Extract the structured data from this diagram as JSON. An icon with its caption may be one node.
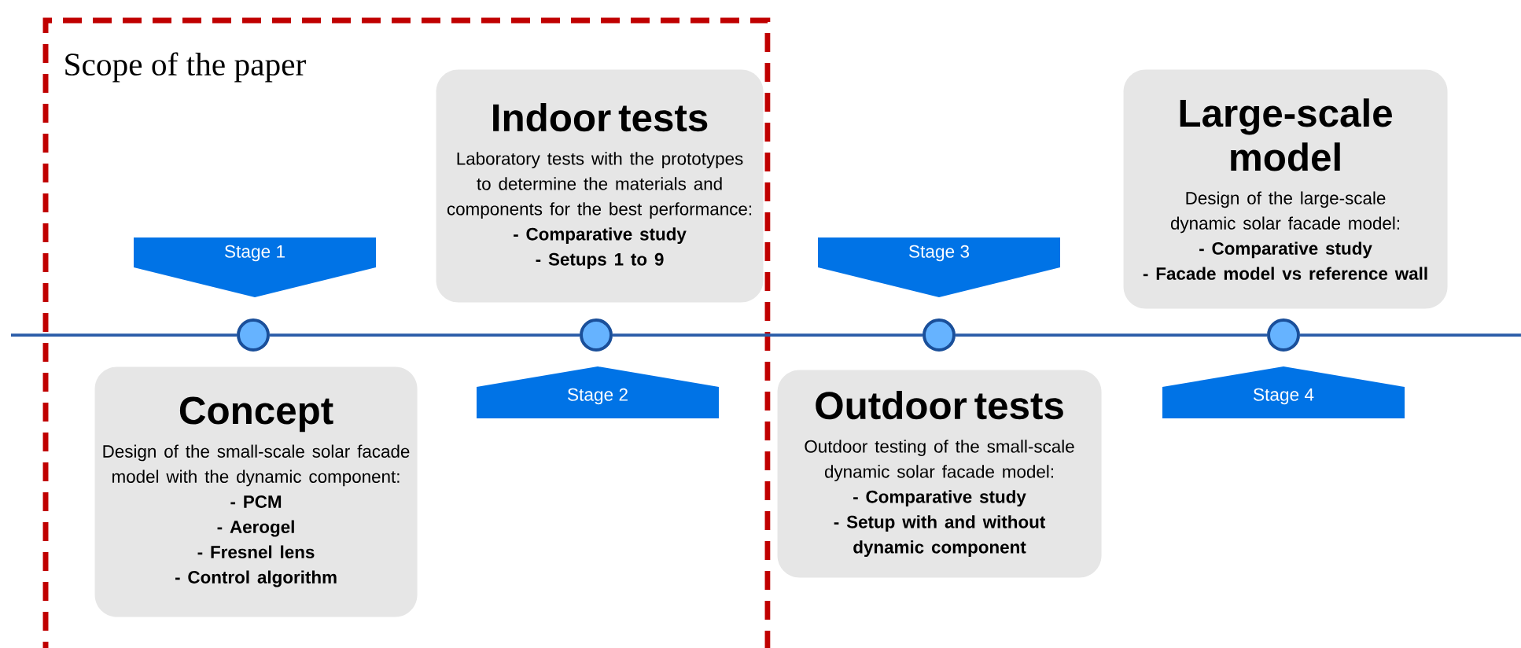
{
  "diagram": {
    "nodes": [
      {
        "text": [
          "Scope of the paper"
        ]
      },
      {
        "text": [
          "Indoor tests",
          "Laboratory tests with the prototypes to determine the materials and components for the best performance:",
          "- Comparative study",
          "- Setups 1 to 9"
        ],
        "in": 0
      },
      {
        "text": [
          "Stage 1"
        ],
        "in": 0
      },
      {
        "text": [],
        "shape": "circle",
        "in": 0
      },
      {
        "text": [],
        "shape": "circle",
        "in": 0
      },
      {
        "text": [
          "Stage 2"
        ],
        "in": 0
      },
      {
        "text": [
          "Concept",
          "Design of the small-scale solar facade model with the dynamic component:",
          "- PCM",
          "- Aerogel",
          "- Fresnel lens",
          "- Control algorithm"
        ],
        "in": 0
      },
      {
        "text": [
          "Large-scale model",
          "Design of the large-scale dynamic solar facade model:",
          "- Comparative study",
          "- Facade model vs reference wall"
        ]
      },
      {
        "text": [
          "Stage 3"
        ]
      },
      {
        "text": [],
        "shape": "circle"
      },
      {
        "text": [],
        "shape": "circle"
      },
      {
        "text": [
          "Outdoor tests",
          "Outdoor testing of the small-scale dynamic solar facade model:",
          "- Comparative study",
          "- Setup with and without dynamic component"
        ]
      },
      {
        "text": [
          "Stage 4"
        ]
      }
    ],
    "edges": [
      {
        "from": null,
        "to": 3,
        "arrow": "none"
      },
      {
        "from": 3,
        "to": 4,
        "arrow": "none"
      },
      {
        "from": 4,
        "to": 9,
        "arrow": "none"
      },
      {
        "from": 9,
        "to": 10,
        "arrow": "none"
      },
      {
        "from": 10,
        "to": null,
        "arrow": "none"
      }
    ]
  }
}
